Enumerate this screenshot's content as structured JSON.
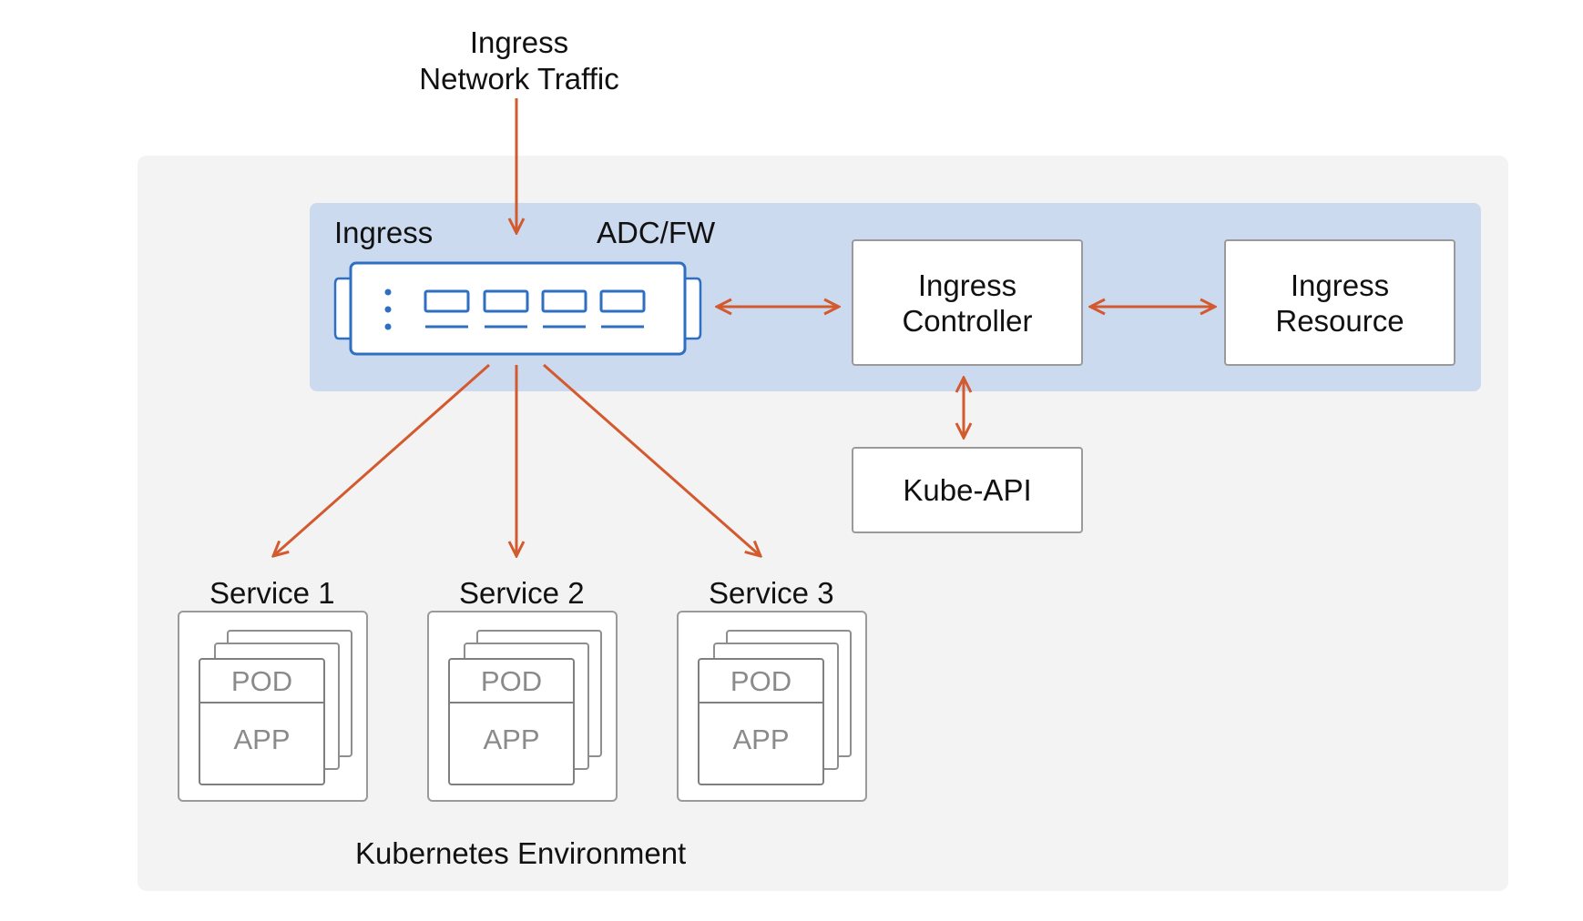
{
  "top_label": {
    "line1": "Ingress",
    "line2": "Network Traffic"
  },
  "ingress_band": {
    "left_label": "Ingress",
    "right_label": "ADC/FW"
  },
  "controller": {
    "line1": "Ingress",
    "line2": "Controller"
  },
  "resource": {
    "line1": "Ingress",
    "line2": "Resource"
  },
  "kube_api": {
    "label": "Kube-API"
  },
  "services": [
    {
      "title": "Service 1",
      "pod": "POD",
      "app": "APP"
    },
    {
      "title": "Service 2",
      "pod": "POD",
      "app": "APP"
    },
    {
      "title": "Service 3",
      "pod": "POD",
      "app": "APP"
    }
  ],
  "environment_label": "Kubernetes Environment",
  "colors": {
    "arrow": "#d35a2f",
    "device": "#2f6fc2",
    "band": "#ccdaef",
    "environment": "#f3f3f3"
  }
}
